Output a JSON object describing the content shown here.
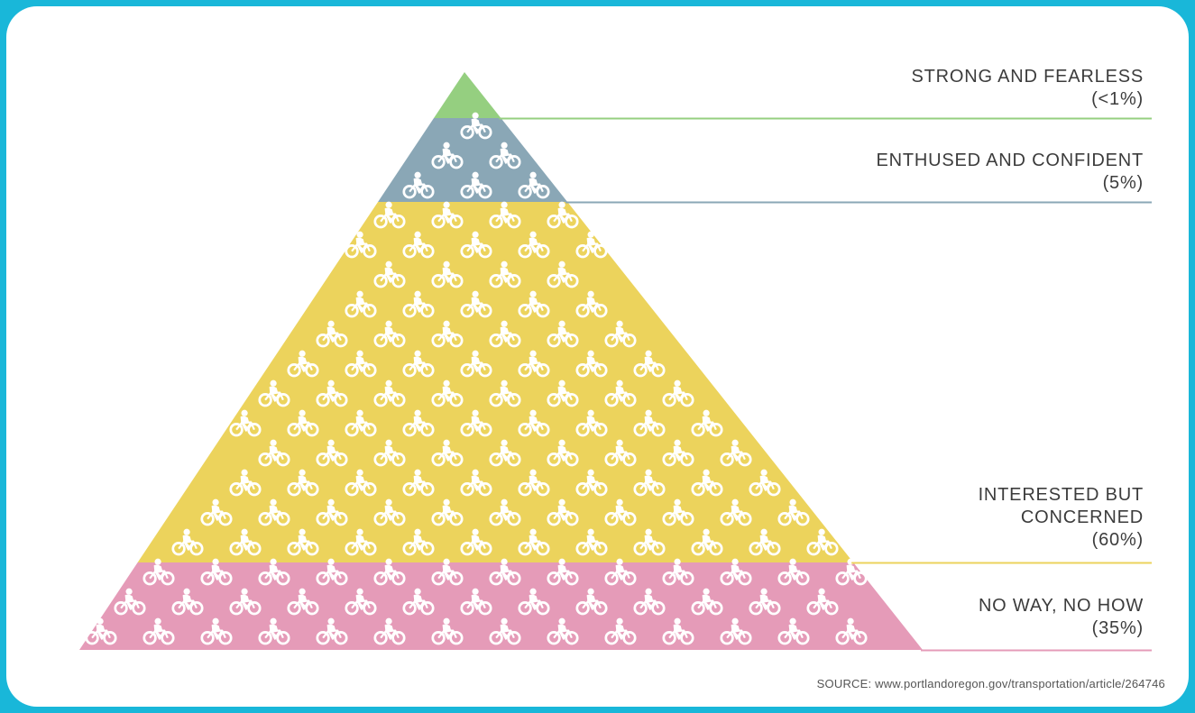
{
  "colors": {
    "frame_border": "#19b7d9",
    "background": "#ffffff",
    "text": "#3c3c3c",
    "icon": "#ffffff"
  },
  "tiers": [
    {
      "id": "strong",
      "label_lines": [
        "STRONG AND FEARLESS"
      ],
      "percent": "(<1%)",
      "color": "#95cf80",
      "icon": "cyclist-icon"
    },
    {
      "id": "enthused",
      "label_lines": [
        "ENTHUSED AND CONFIDENT"
      ],
      "percent": "(5%)",
      "color": "#8aa7b6",
      "icon": "cyclist-icon"
    },
    {
      "id": "interested",
      "label_lines": [
        "INTERESTED BUT",
        "CONCERNED"
      ],
      "percent": "(60%)",
      "color": "#ecd35c",
      "icon": "cyclist-icon"
    },
    {
      "id": "noway",
      "label_lines": [
        "NO WAY, NO HOW"
      ],
      "percent": "(35%)",
      "color": "#e59bb8",
      "icon": "cyclist-icon"
    }
  ],
  "source": "SOURCE: www.portlandoregon.gov/transportation/article/264746"
}
